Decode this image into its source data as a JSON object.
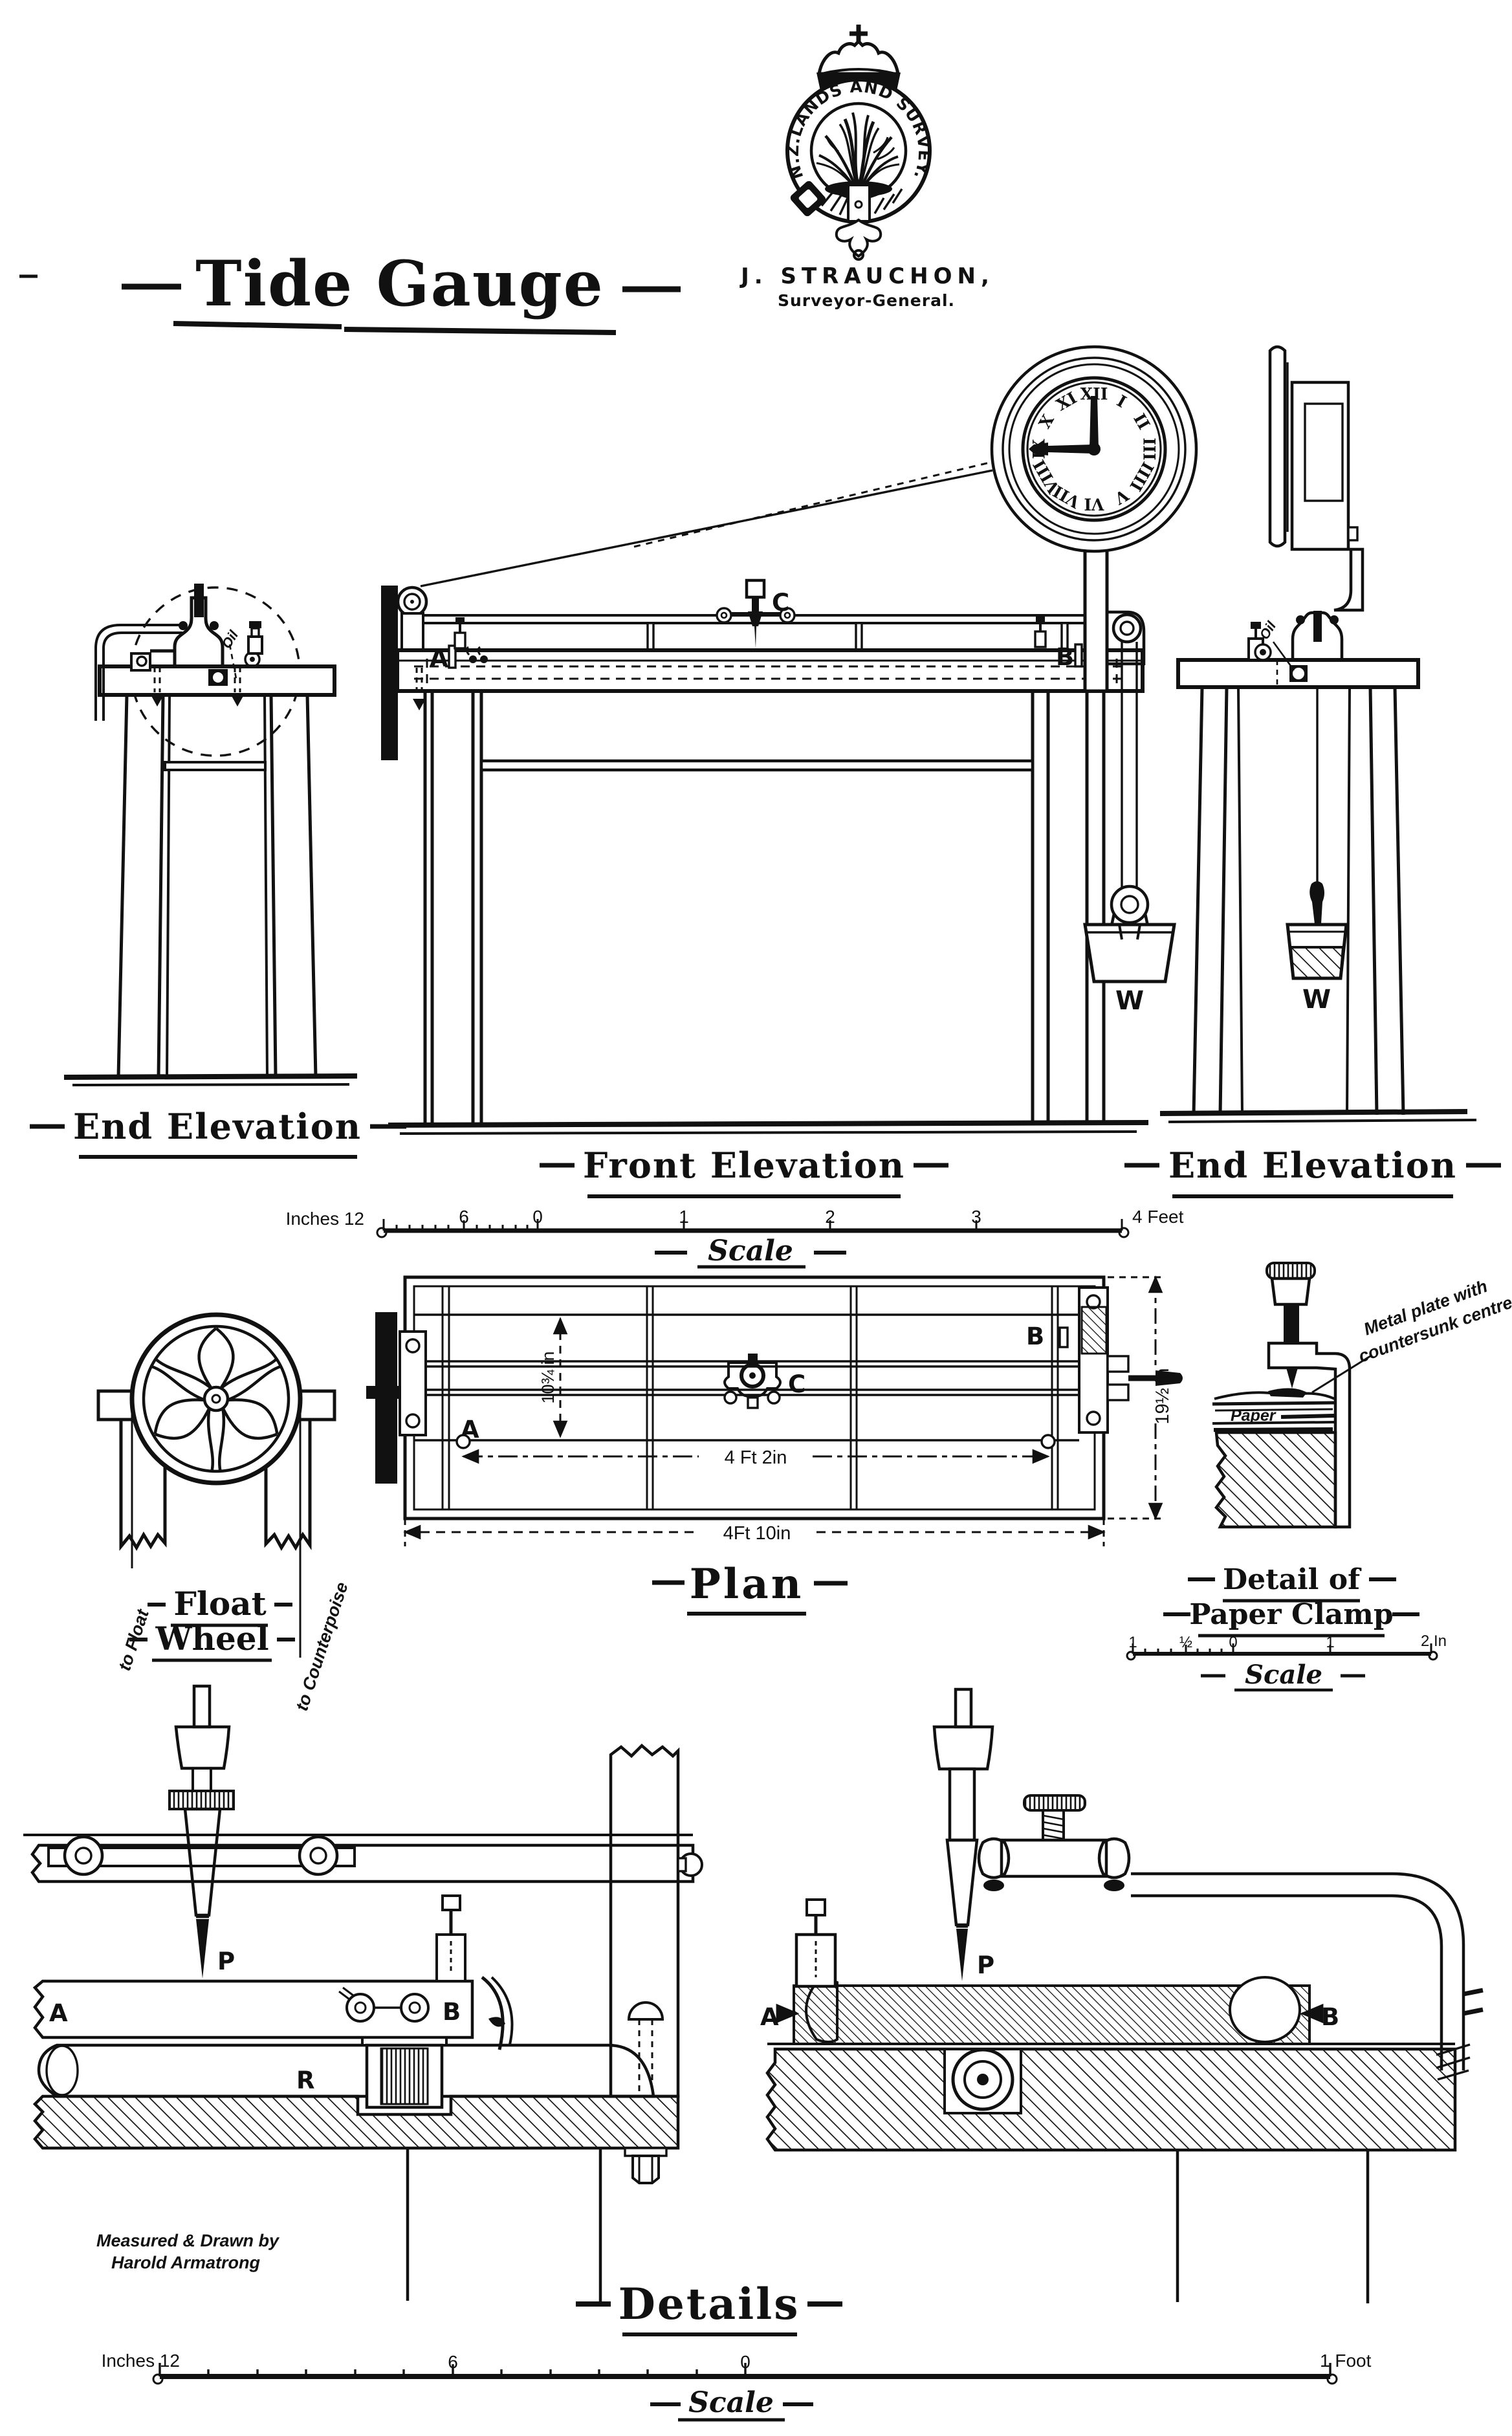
{
  "ink_color": "#111111",
  "paper_color": "#ffffff",
  "crest": {
    "ring_text": "N.Z.LANDS AND SURVEY."
  },
  "signature": {
    "name": "J. STRAUCHON,",
    "role": "Surveyor-General."
  },
  "title": {
    "text": "Tide Gauge"
  },
  "views": {
    "end_left": {
      "label": "End Elevation",
      "oil": "Oil"
    },
    "front": {
      "label": "Front Elevation",
      "a": "A",
      "b": "B",
      "c": "C",
      "w": "W"
    },
    "end_right": {
      "label": "End Elevation",
      "oil": "Oil",
      "w": "W"
    }
  },
  "clock": {
    "time": "9:00",
    "numerals": [
      "XII",
      "I",
      "II",
      "III",
      "IIII",
      "V",
      "VI",
      "VII",
      "VIII",
      "IX",
      "X",
      "XI"
    ]
  },
  "scale_feet": {
    "left": "Inches 12",
    "six": "6",
    "zero": "0",
    "one": "1",
    "two": "2",
    "three": "3",
    "right": "4 Feet",
    "caption": "Scale"
  },
  "float_wheel": {
    "title1": "Float",
    "title2": "Wheel",
    "left_cord": "to Float",
    "right_cord": "to Counterpoise"
  },
  "plan": {
    "label": "Plan",
    "a": "A",
    "b": "B",
    "c": "C",
    "dim_band": "10¾ in",
    "dim_span": "4 Ft  2in",
    "dim_overall": "4Ft  10in",
    "dim_depth": "19½ in"
  },
  "paper_clamp": {
    "title1": "Detail of",
    "title2": "Paper Clamp",
    "note1": "Metal plate with",
    "note2": "countersunk centre",
    "paper": "Paper",
    "scale": {
      "one_left": "1",
      "half": "½",
      "zero": "0",
      "one": "1",
      "right": "2 In",
      "caption": "Scale"
    }
  },
  "details": {
    "title": "Details",
    "credit1": "Measured & Drawn by",
    "credit2": "Harold Armatrong",
    "left": {
      "p": "P",
      "a": "A",
      "b": "B",
      "r": "R"
    },
    "right": {
      "p": "P",
      "a": "A",
      "b": "B"
    }
  },
  "scale_foot": {
    "left": "Inches 12",
    "six": "6",
    "zero": "0",
    "right": "1 Foot",
    "caption": "Scale"
  }
}
